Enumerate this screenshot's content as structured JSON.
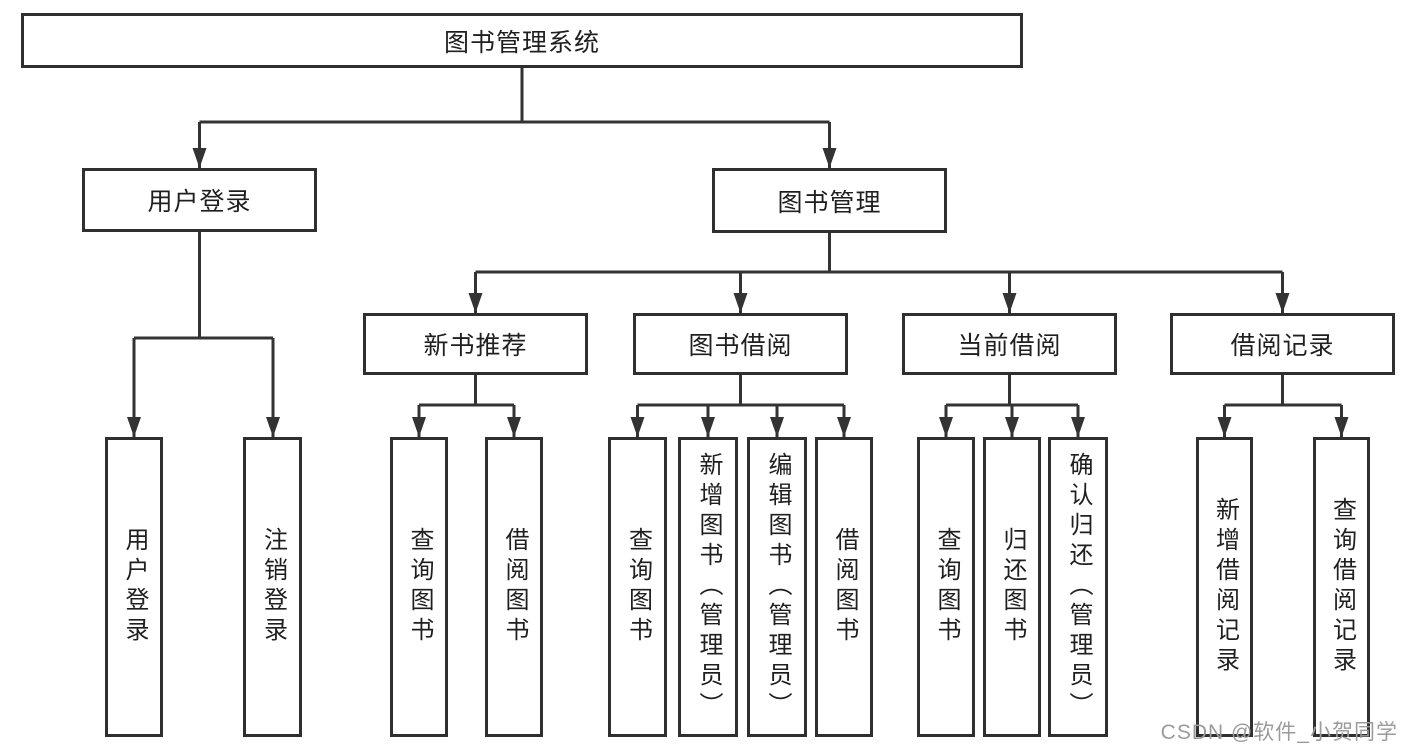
{
  "tree": {
    "label": "图书管理系统",
    "children": [
      {
        "label": "用户登录",
        "children": [
          {
            "label": "用户登录"
          },
          {
            "label": "注销登录"
          }
        ]
      },
      {
        "label": "图书管理",
        "children": [
          {
            "label": "新书推荐",
            "children": [
              {
                "label": "查询图书"
              },
              {
                "label": "借阅图书"
              }
            ]
          },
          {
            "label": "图书借阅",
            "children": [
              {
                "label": "查询图书"
              },
              {
                "label": "新增图书（管理员）"
              },
              {
                "label": "编辑图书（管理员）"
              },
              {
                "label": "借阅图书"
              }
            ]
          },
          {
            "label": "当前借阅",
            "children": [
              {
                "label": "查询图书"
              },
              {
                "label": "归还图书"
              },
              {
                "label": "确认归还（管理员）"
              }
            ]
          },
          {
            "label": "借阅记录",
            "children": [
              {
                "label": "新增借阅记录"
              },
              {
                "label": "查询借阅记录"
              }
            ]
          }
        ]
      }
    ]
  },
  "watermark": {
    "text": "CSDN @软件_小贺同学"
  },
  "colors": {
    "line": "#333333",
    "box_border": "#2f2f2f",
    "text": "#1f1f1f",
    "watermark": "#9b9b9b",
    "background": "#ffffff"
  }
}
